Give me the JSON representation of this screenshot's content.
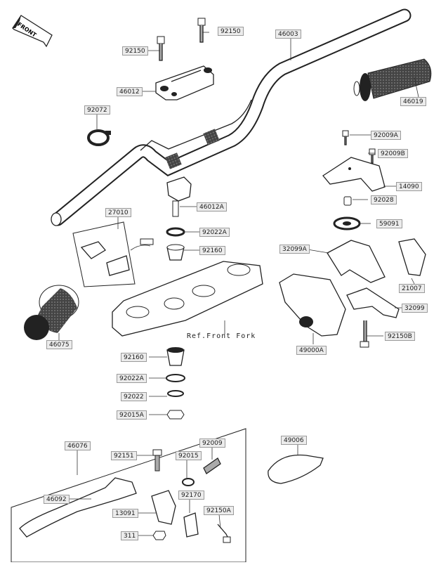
{
  "front_badge": "FRONT",
  "reference_note": "Ref.Front Fork",
  "parts": [
    {
      "id": "p46003",
      "label": "46003"
    },
    {
      "id": "p92150_a",
      "label": "92150"
    },
    {
      "id": "p92150_b",
      "label": "92150"
    },
    {
      "id": "p46012",
      "label": "46012"
    },
    {
      "id": "p92072",
      "label": "92072"
    },
    {
      "id": "p46019",
      "label": "46019"
    },
    {
      "id": "p92009A",
      "label": "92009A"
    },
    {
      "id": "p92009B",
      "label": "92009B"
    },
    {
      "id": "p14090",
      "label": "14090"
    },
    {
      "id": "p92028",
      "label": "92028"
    },
    {
      "id": "p46012A",
      "label": "46012A"
    },
    {
      "id": "p27010",
      "label": "27010"
    },
    {
      "id": "p92022A_top",
      "label": "92022A"
    },
    {
      "id": "p92160_top",
      "label": "92160"
    },
    {
      "id": "p59091",
      "label": "59091"
    },
    {
      "id": "p32099A",
      "label": "32099A"
    },
    {
      "id": "p21007",
      "label": "21007"
    },
    {
      "id": "p32099",
      "label": "32099"
    },
    {
      "id": "p46075",
      "label": "46075"
    },
    {
      "id": "p92150B",
      "label": "92150B"
    },
    {
      "id": "p49000A",
      "label": "49000A"
    },
    {
      "id": "p92160_bot",
      "label": "92160"
    },
    {
      "id": "p92022A_bot",
      "label": "92022A"
    },
    {
      "id": "p92022",
      "label": "92022"
    },
    {
      "id": "p92015A",
      "label": "92015A"
    },
    {
      "id": "p46076",
      "label": "46076"
    },
    {
      "id": "p92151",
      "label": "92151"
    },
    {
      "id": "p92015",
      "label": "92015"
    },
    {
      "id": "p92009",
      "label": "92009"
    },
    {
      "id": "p49006",
      "label": "49006"
    },
    {
      "id": "p46092",
      "label": "46092"
    },
    {
      "id": "p92170",
      "label": "92170"
    },
    {
      "id": "p13091",
      "label": "13091"
    },
    {
      "id": "p92150A",
      "label": "92150A"
    },
    {
      "id": "p311",
      "label": "311"
    }
  ]
}
